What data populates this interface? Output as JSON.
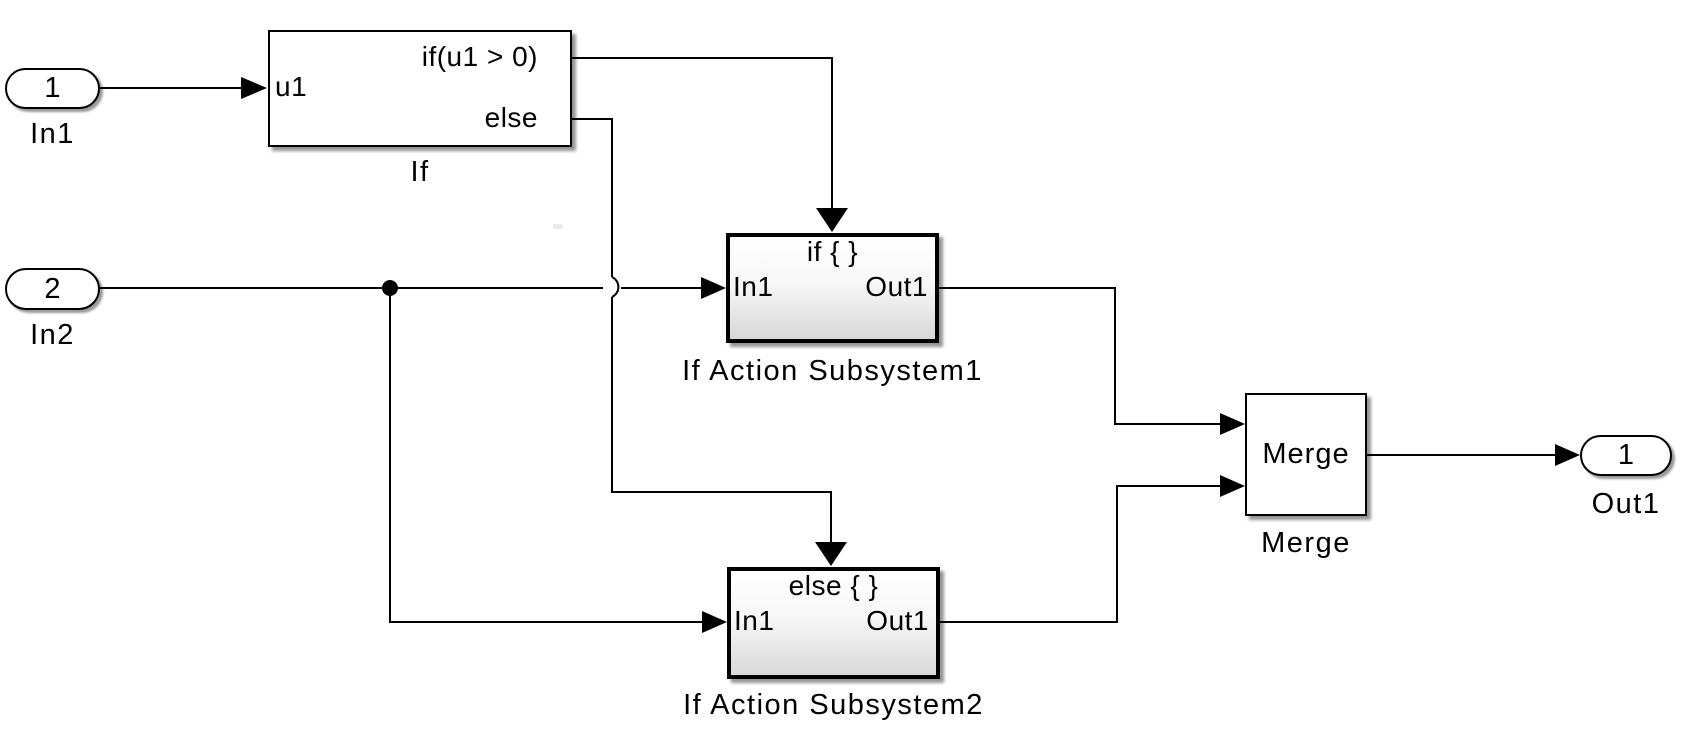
{
  "diagram": {
    "type": "simulink-block-diagram",
    "blocks": {
      "in1": {
        "number": "1",
        "name": "In1"
      },
      "in2": {
        "number": "2",
        "name": "In2"
      },
      "if_block": {
        "name": "If",
        "input_port": "u1",
        "if_port": "if(u1 > 0)",
        "else_port": "else"
      },
      "subsystem1": {
        "name": "If Action Subsystem1",
        "action_tag": "if { }",
        "input_port": "In1",
        "output_port": "Out1"
      },
      "subsystem2": {
        "name": "If Action Subsystem2",
        "action_tag": "else { }",
        "input_port": "In1",
        "output_port": "Out1"
      },
      "merge": {
        "name": "Merge",
        "block_text": "Merge"
      },
      "out1": {
        "number": "1",
        "name": "Out1"
      }
    },
    "connections": [
      {
        "from": "In1",
        "to": "If.u1"
      },
      {
        "from": "If.if(u1 > 0)",
        "to": "If Action Subsystem1.action"
      },
      {
        "from": "If.else",
        "to": "If Action Subsystem2.action"
      },
      {
        "from": "In2",
        "to": "If Action Subsystem1.In1"
      },
      {
        "from": "In2",
        "to": "If Action Subsystem2.In1"
      },
      {
        "from": "If Action Subsystem1.Out1",
        "to": "Merge.in1"
      },
      {
        "from": "If Action Subsystem2.Out1",
        "to": "Merge.in2"
      },
      {
        "from": "Merge",
        "to": "Out1"
      }
    ],
    "colors": {
      "background": "#ffffff",
      "line": "#000000",
      "block_fill": "#ffffff",
      "subsystem_gradient_bottom": "#d8d8d8",
      "shadow": "rgba(0,0,0,0.42)"
    }
  }
}
